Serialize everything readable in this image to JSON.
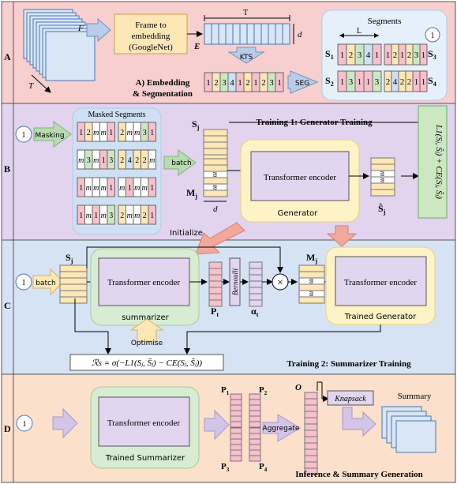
{
  "rows": {
    "a": "A",
    "b": "B",
    "c": "C",
    "d": "D"
  },
  "section_a": {
    "frames_f": "F",
    "frames_t": "T",
    "frame_embed_line1": "Frame to",
    "frame_embed_line2": "embedding",
    "frame_embed_line3": "(GoogleNet)",
    "e_label": "E",
    "t_label": "T",
    "d_label": "d",
    "kts": "KTS",
    "seg": "SEG",
    "kts_sequence": [
      "1",
      "2",
      "3",
      "4",
      "1",
      "2",
      "1",
      "2",
      "3",
      "1"
    ],
    "caption_line1": "A) Embedding",
    "caption_line2": "& Segmentation",
    "segments_title": "Segments",
    "l_label": "L",
    "badge": "1",
    "s1": "S",
    "s1_sub": "1",
    "s2": "S",
    "s2_sub": "2",
    "s3": "S",
    "s3_sub": "3",
    "s4": "S",
    "s4_sub": "4",
    "seg_s1": [
      "1",
      "2",
      "3",
      "4",
      "1"
    ],
    "seg_s3": [
      "1",
      "2",
      "1",
      "2",
      "3",
      "1"
    ],
    "seg_s2": [
      "1",
      "3",
      "1",
      "1",
      "3"
    ],
    "seg_s4": [
      "2",
      "4",
      "2",
      "2",
      "1",
      "1"
    ]
  },
  "section_b": {
    "badge": "1",
    "masking": "Masking",
    "masked_title": "Masked Segments",
    "masked_rows": [
      [
        "1",
        "2",
        "m",
        "m",
        "1"
      ],
      [
        "2",
        "m",
        "m",
        "3",
        "1"
      ],
      [
        "m",
        "3",
        "m",
        "1",
        "3"
      ],
      [
        "2",
        "4",
        "2",
        "2",
        "m"
      ],
      [
        "1",
        "m",
        "m",
        "m",
        "1"
      ],
      [
        "m",
        "1",
        "m",
        "m",
        "1"
      ],
      [
        "1",
        "m",
        "1",
        "m",
        "3"
      ],
      [
        "2",
        "m",
        "m",
        "2",
        "1"
      ]
    ],
    "batch": "batch",
    "sj": "S",
    "sj_sub": "j",
    "mj": "M",
    "mj_sub": "j",
    "d_label": "d",
    "m": "m",
    "transformer": "Transformer encoder",
    "generator": "Generator",
    "shatj": "Ŝ",
    "shatj_sub": "j",
    "title": "Training 1: Generator Training",
    "loss": "L1(Sⱼ, Ŝⱼ) + CE(Sⱼ, Ŝⱼ)",
    "initialize": "Initialize"
  },
  "section_c": {
    "badge": "1",
    "batch": "batch",
    "sj": "S",
    "sj_sub": "j",
    "transformer": "Transformer encoder",
    "summarizer": "summarizer",
    "pt": "P",
    "pt_sub": "t",
    "bernoulli": "Bernoulli",
    "alpha": "α",
    "alpha_sub": "t",
    "times": "×",
    "mj": "M",
    "mj_sub": "j",
    "m": "m",
    "transformer2": "Transformer encoder",
    "trained_generator": "Trained Generator",
    "optimise": "Optimise",
    "reward": "ℛs = σ(−L1(Sⱼ, Ŝⱼ) − CE(Sⱼ, Ŝⱼ))",
    "title": "Training 2: Summarizer Training"
  },
  "section_d": {
    "badge": "1",
    "transformer": "Transformer encoder",
    "trained_summarizer": "Trained Summarizer",
    "p1": "P",
    "p1_sub": "1",
    "p2": "P",
    "p2_sub": "2",
    "p3": "P",
    "p3_sub": "3",
    "p4": "P",
    "p4_sub": "4",
    "aggregate": "Aggregate",
    "o": "O",
    "knapsack": "Knapsack",
    "summary": "Summary",
    "title": "Inference & Summary Generation"
  },
  "colors": {
    "panel_a": "#f7cfcf",
    "panel_b": "#e2d4ee",
    "panel_c": "#d5e3f5",
    "panel_d": "#fbe1cb",
    "orange_cell": "#fde7b6",
    "pink_cell": "#f6c0cc",
    "lavender": "#e2d5f0",
    "green_panel": "#d7ecd2",
    "yellow_panel": "#fdf3c6",
    "arrow_blue": "#b9cde8",
    "arrow_lavender": "#d3c5e8",
    "arrow_salmon": "#f2a89a"
  }
}
